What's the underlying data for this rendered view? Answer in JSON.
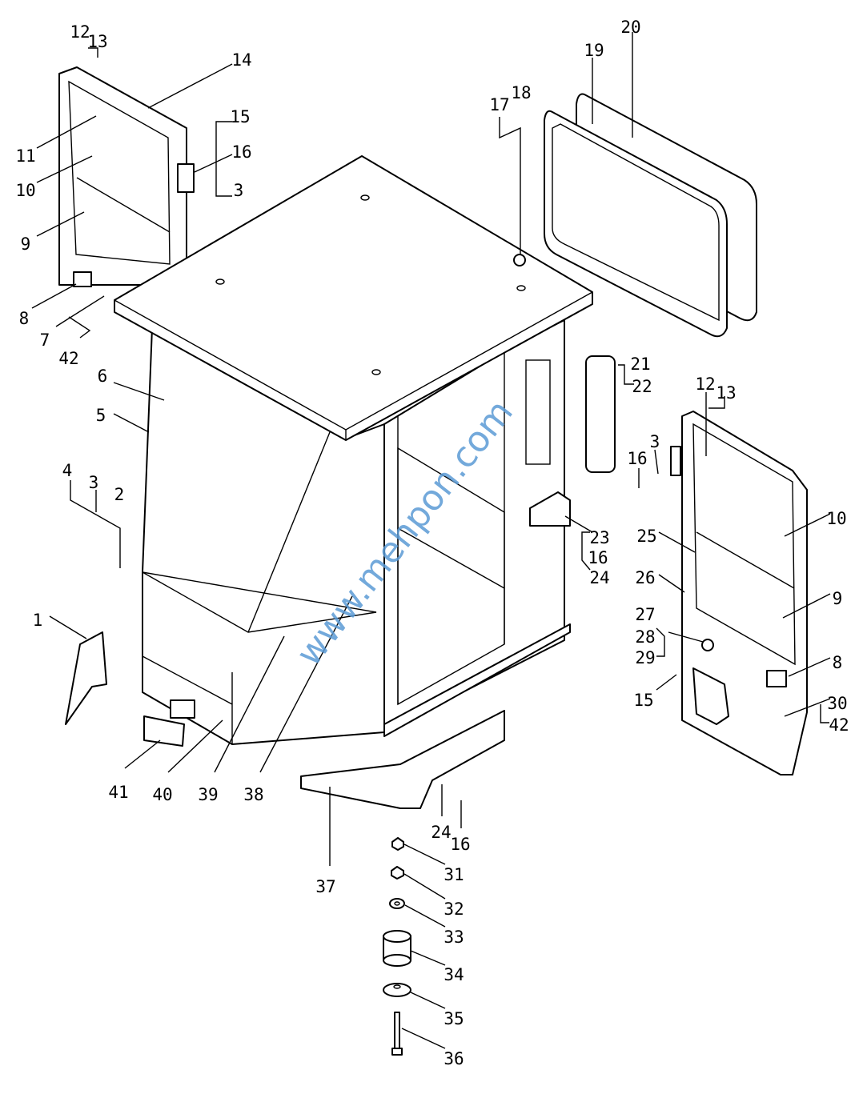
{
  "watermark": "www.mehpon.com",
  "labels": [
    "12",
    "13",
    "14",
    "15",
    "16",
    "3",
    "11",
    "10",
    "9",
    "8",
    "7",
    "42",
    "6",
    "5",
    "4",
    "3",
    "2",
    "1",
    "41",
    "40",
    "39",
    "38",
    "37",
    "17",
    "18",
    "19",
    "20",
    "21",
    "22",
    "23",
    "16",
    "24",
    "12",
    "13",
    "16",
    "3",
    "10",
    "25",
    "26",
    "9",
    "27",
    "28",
    "29",
    "8",
    "15",
    "30",
    "42",
    "24",
    "16",
    "31",
    "32",
    "33",
    "34",
    "35",
    "36"
  ]
}
